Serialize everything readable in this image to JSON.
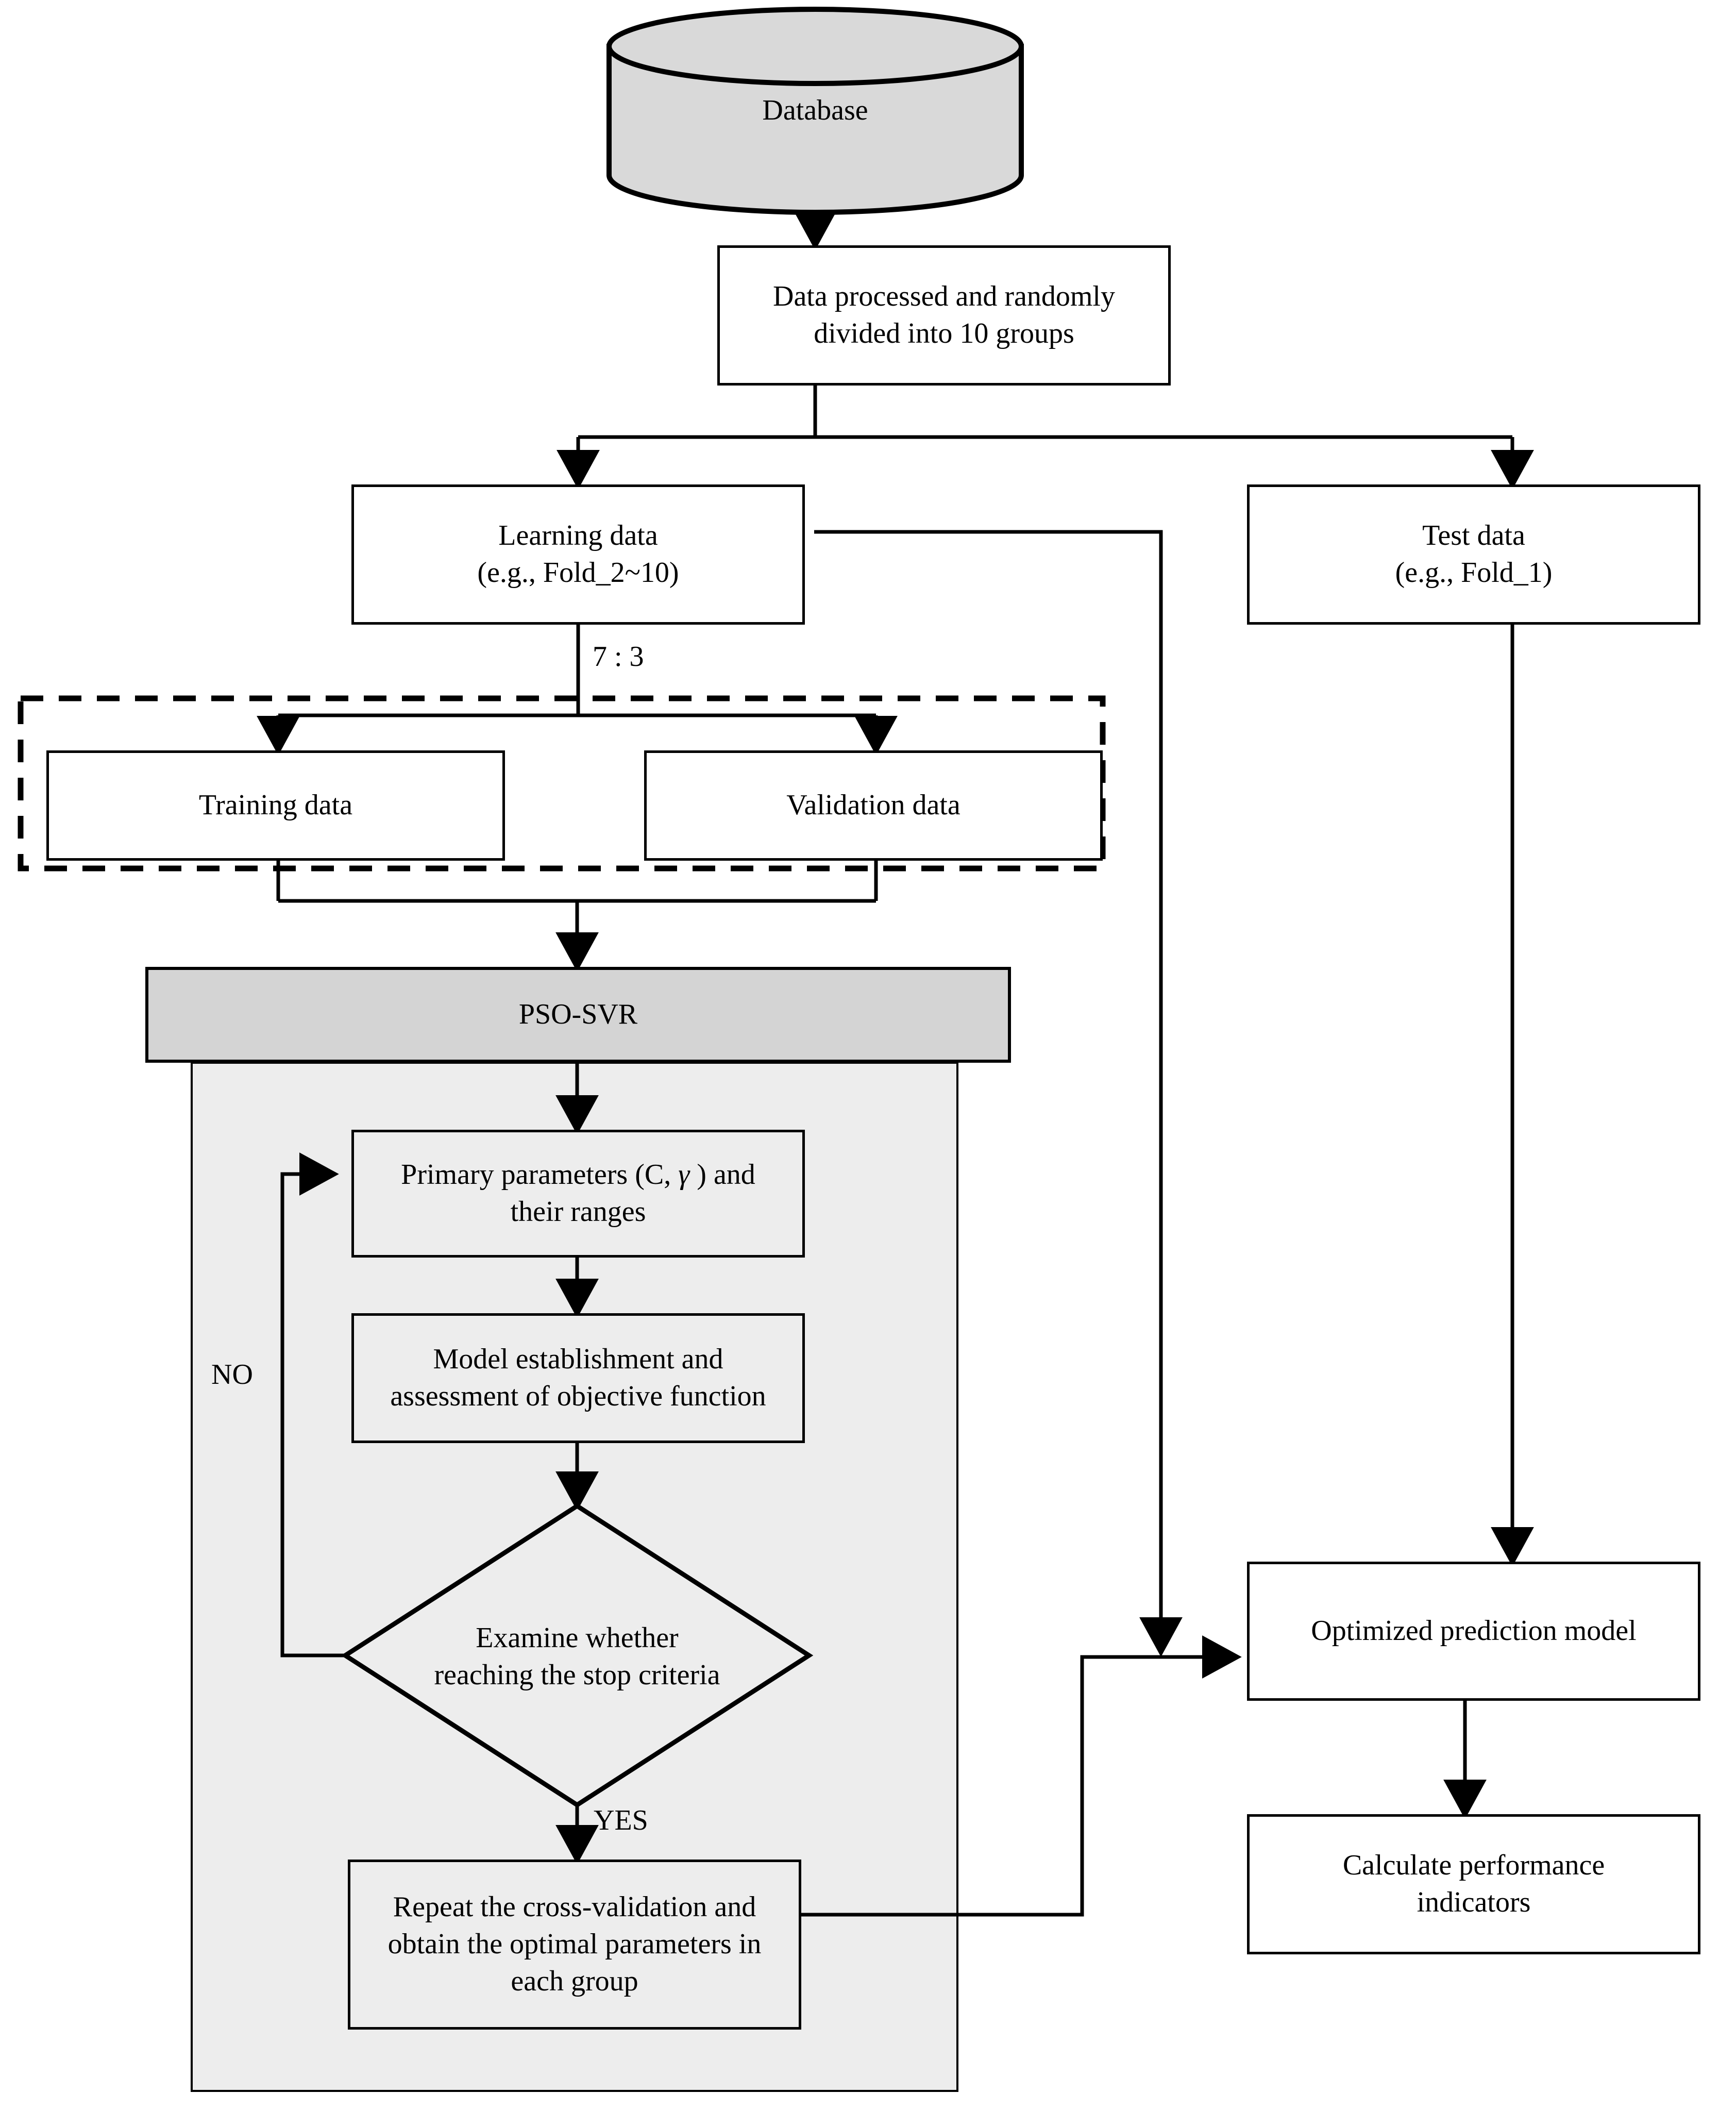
{
  "figure": {
    "type": "flowchart",
    "title": "PSO-SVR nested cross-validation workflow",
    "colors": {
      "stroke": "#000000",
      "node_fill": "#ffffff",
      "cylinder_fill": "#d9d9d9",
      "pso_header_fill": "#d4d4d4",
      "pso_container_fill": "#ededed"
    }
  },
  "nodes": {
    "database": {
      "label": "Database",
      "shape": "cylinder"
    },
    "data_processed": {
      "label_line1": "Data processed and randomly",
      "label_line2": "divided into 10 groups",
      "shape": "rect"
    },
    "learning_data": {
      "label_line1": "Learning data",
      "label_line2": "(e.g., Fold_2~10)",
      "shape": "rect"
    },
    "test_data": {
      "label_line1": "Test data",
      "label_line2": "(e.g., Fold_1)",
      "shape": "rect"
    },
    "training_data": {
      "label": "Training data",
      "shape": "rect"
    },
    "validation_data": {
      "label": "Validation data",
      "shape": "rect"
    },
    "pso_svr": {
      "label": "PSO-SVR",
      "shape": "rect-filled"
    },
    "primary_parameters": {
      "label_line1_a": "Primary parameters (C, ",
      "label_line1_gamma": "γ",
      "label_line1_b": " ) and",
      "label_line2": "their ranges",
      "shape": "rect"
    },
    "model_establishment": {
      "label_line1": "Model establishment and",
      "label_line2": "assessment of objective function",
      "shape": "rect"
    },
    "stop_criteria": {
      "label_line1": "Examine whether",
      "label_line2": "reaching  the stop criteria",
      "shape": "diamond"
    },
    "repeat_cv": {
      "label_line1": "Repeat the cross-validation and",
      "label_line2": "obtain  the optimal parameters in",
      "label_line3": "each group",
      "shape": "rect"
    },
    "optimized_model": {
      "label": "Optimized prediction model",
      "shape": "rect"
    },
    "calculate_performance": {
      "label_line1": "Calculate performance",
      "label_line2": "indicators",
      "shape": "rect"
    }
  },
  "edge_labels": {
    "split_ratio": "7 : 3",
    "decision_no": "NO",
    "decision_yes": "YES"
  }
}
